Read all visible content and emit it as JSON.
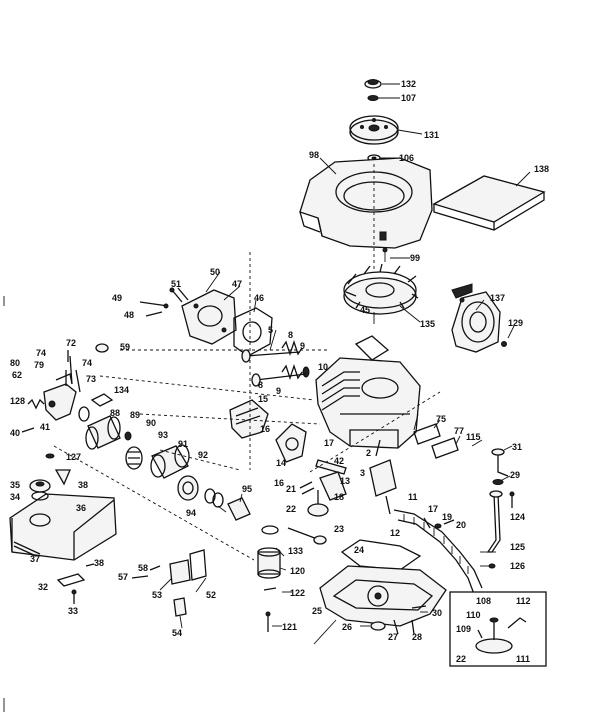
{
  "diagram": {
    "callouts": [
      "132",
      "107",
      "131",
      "106",
      "98",
      "138",
      "99",
      "45",
      "135",
      "137",
      "129",
      "50",
      "47",
      "51",
      "46",
      "49",
      "48",
      "5",
      "8",
      "9",
      "10",
      "9",
      "8",
      "74",
      "72",
      "59",
      "80",
      "79",
      "74",
      "62",
      "73",
      "134",
      "128",
      "88",
      "89",
      "40",
      "90",
      "93",
      "91",
      "92",
      "41",
      "127",
      "38",
      "35",
      "34",
      "36",
      "15",
      "16",
      "14",
      "16",
      "75",
      "77",
      "115",
      "31",
      "17",
      "42",
      "2",
      "3",
      "29",
      "21",
      "18",
      "11",
      "13",
      "124",
      "22",
      "23",
      "133",
      "17",
      "19",
      "20",
      "12",
      "24",
      "125",
      "94",
      "95",
      "37",
      "38",
      "120",
      "126",
      "58",
      "57",
      "53",
      "52",
      "32",
      "33",
      "122",
      "25",
      "30",
      "108",
      "112",
      "110",
      "109",
      "26",
      "27",
      "28",
      "121",
      "54",
      "22",
      "111"
    ],
    "inset_labels": [
      "108",
      "112",
      "110",
      "109",
      "22",
      "111"
    ]
  }
}
